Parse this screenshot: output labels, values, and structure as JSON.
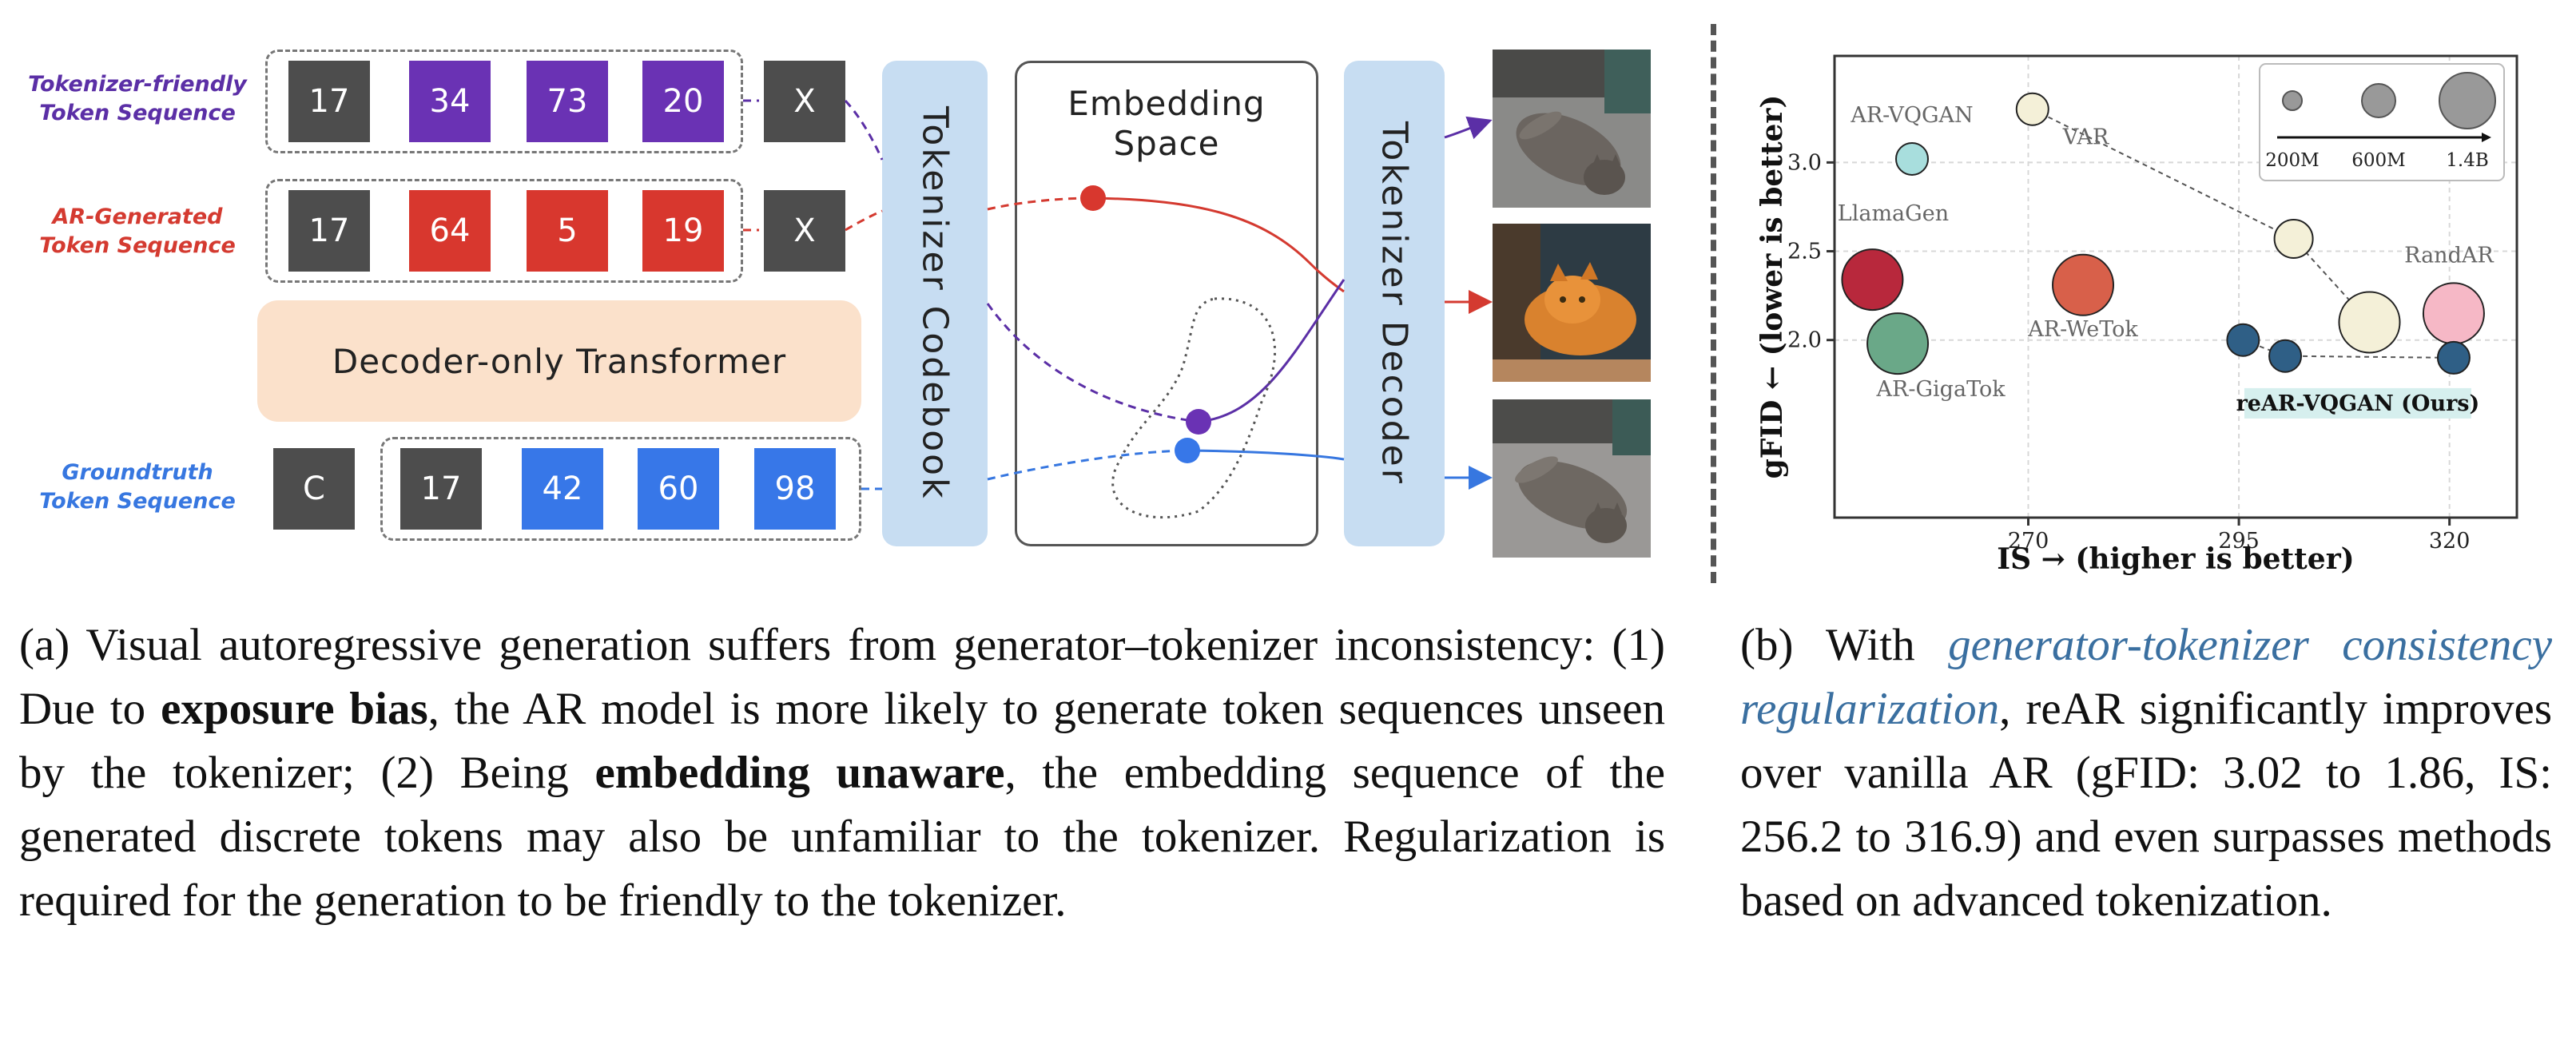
{
  "left_panel": {
    "rows": [
      {
        "label_line1": "Tokenizer-friendly",
        "label_line2": "Token Sequence",
        "color": "#5b2fa6",
        "tokens": [
          "17",
          "34",
          "73",
          "20"
        ],
        "extra": "X"
      },
      {
        "label_line1": "AR-Generated",
        "label_line2": "Token Sequence",
        "color": "#d43a30",
        "tokens": [
          "17",
          "64",
          "5",
          "19"
        ],
        "extra": "X"
      },
      {
        "label_line1": "Groundtruth",
        "label_line2": "Token Sequence",
        "color": "#3777e0",
        "start": "C",
        "tokens": [
          "17",
          "42",
          "60",
          "98"
        ]
      }
    ],
    "transformer_label": "Decoder-only Transformer",
    "codebook_label": "Tokenizer Codebook",
    "embedding_label_line1": "Embedding",
    "embedding_label_line2": "Space",
    "decoder_label": "Tokenizer Decoder"
  },
  "colors": {
    "token_gray": "#4d4d4d",
    "purple": "#6a32b4",
    "red": "#d8372e",
    "blue": "#3777e8",
    "codebook_bg": "#c7ddf2",
    "transformer_bg": "#fbe1cb"
  },
  "chart_data": {
    "type": "scatter",
    "xlabel": "IS → (higher is better)",
    "ylabel": "gFID ← (lower is better)",
    "xticks": [
      "270",
      "295",
      "320"
    ],
    "yticks": [
      "2.0",
      "2.5",
      "3.0"
    ],
    "xlim": [
      247,
      328
    ],
    "ylim": [
      1.0,
      3.6
    ],
    "grid": true,
    "points": [
      {
        "label": "AR-VQGAN",
        "x": 256.2,
        "y": 3.02,
        "size": "200M",
        "color": "#a8dedd"
      },
      {
        "label": "LlamaGen",
        "x": 251.5,
        "y": 2.34,
        "size": "1.4B",
        "color": "#b8283c"
      },
      {
        "label": "AR-GigaTok",
        "x": 254.5,
        "y": 1.98,
        "size": "1.4B",
        "color": "#6aa888"
      },
      {
        "label": "AR-WeTok",
        "x": 276.5,
        "y": 2.31,
        "size": "1.4B",
        "color": "#d8604a"
      },
      {
        "label": "VAR",
        "x": 270.5,
        "y": 3.3,
        "size": "200M",
        "color": "#f4f0d8",
        "group": "VAR"
      },
      {
        "label": "",
        "x": 301.5,
        "y": 2.57,
        "size": "600M",
        "color": "#f4f0d8",
        "group": "VAR"
      },
      {
        "label": "",
        "x": 310.5,
        "y": 2.1,
        "size": "1.4B",
        "color": "#f4f0d8",
        "group": "VAR"
      },
      {
        "label": "RandAR",
        "x": 320.5,
        "y": 2.15,
        "size": "1.4B",
        "color": "#f6b8c6"
      },
      {
        "label": "",
        "x": 295.5,
        "y": 2.0,
        "size": "200M",
        "color": "#2f5f86",
        "group": "reAR"
      },
      {
        "label": "",
        "x": 300.5,
        "y": 1.91,
        "size": "200M",
        "color": "#2f5f86",
        "group": "reAR"
      },
      {
        "label": "reAR-VQGAN (Ours)",
        "x": 320.5,
        "y": 1.9,
        "size": "200M",
        "color": "#2f5f86",
        "group": "reAR"
      }
    ],
    "size_legend": [
      "200M",
      "600M",
      "1.4B"
    ],
    "legend_position": "top-right"
  },
  "caption_a": {
    "part1": "(a) Visual autoregressive generation suffers from generator–tokenizer inconsistency: (1) Due to ",
    "bold1": "exposure bias",
    "part2": ", the AR model is more likely to generate token sequences unseen by the tokenizer; (2) Being ",
    "bold2": "embedding unaware",
    "part3": ", the embedding sequence of the generated discrete tokens may also be unfamiliar to the tokenizer.  Regularization is required for the generation to be friendly to the tokenizer."
  },
  "caption_b": {
    "part1": "(b) With ",
    "accent": "generator-tokenizer consistency regularization",
    "part2": ", reAR significantly improves over vanilla AR (gFID: 3.02 to 1.86, IS: 256.2 to 316.9) and even surpasses methods based on advanced tokenization."
  }
}
